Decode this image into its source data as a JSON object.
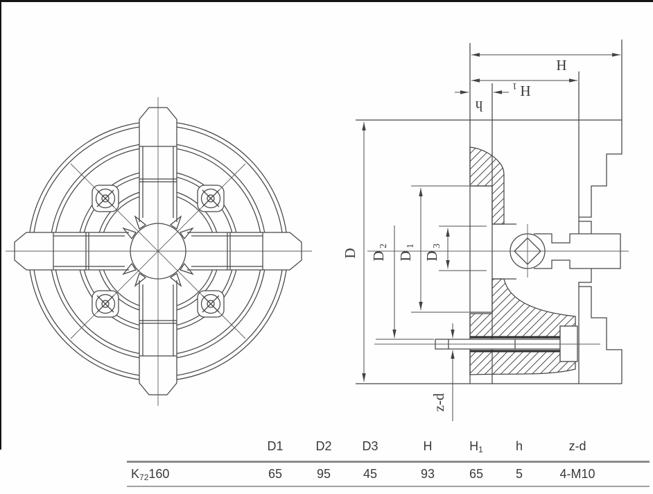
{
  "drawing": {
    "labels": {
      "D": "D",
      "D1_main": "D",
      "D1_sub": "1",
      "D2_main": "D",
      "D2_sub": "2",
      "D3_main": "D",
      "D3_sub": "3",
      "H": "H",
      "H1_main": "H",
      "H1_sub": "1",
      "h": "h",
      "zd": "z-d"
    }
  },
  "table": {
    "model": {
      "pre": "K",
      "sub": "72",
      "post": "160"
    },
    "headers_main": [
      "D1",
      "D2",
      "D3",
      "H",
      "H",
      "h",
      "z-d"
    ],
    "headers_sub": [
      "",
      "",
      "",
      "",
      "1",
      "",
      ""
    ],
    "values": [
      "65",
      "95",
      "45",
      "93",
      "65",
      "5",
      "4-M10"
    ]
  },
  "colors": {
    "line": "#454545",
    "text": "#3a3a3a",
    "scan_border": "#141414",
    "table_rule": "#8b8b8b"
  }
}
